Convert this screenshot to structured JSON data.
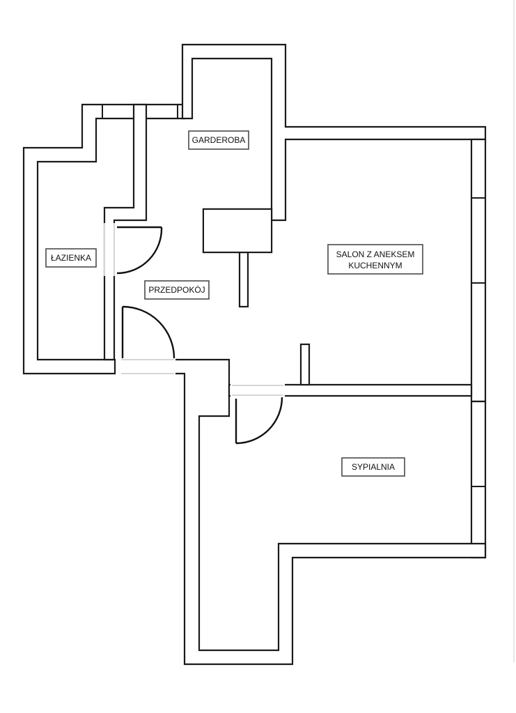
{
  "rooms": {
    "lazienka": "ŁAZIENKA",
    "garderoba": "GARDEROBA",
    "przedpokoj": "PRZEDPOKÓJ",
    "salon_line1": "SALON Z ANEKSEM",
    "salon_line2": "KUCHENNYM",
    "sypialnia": "SYPIALNIA"
  },
  "colors": {
    "wall_outline": "#1a1a1a",
    "wall_fill": "#ffffff",
    "label_border": "#4a4a4a",
    "opening_sill": "#c9c9c9"
  }
}
